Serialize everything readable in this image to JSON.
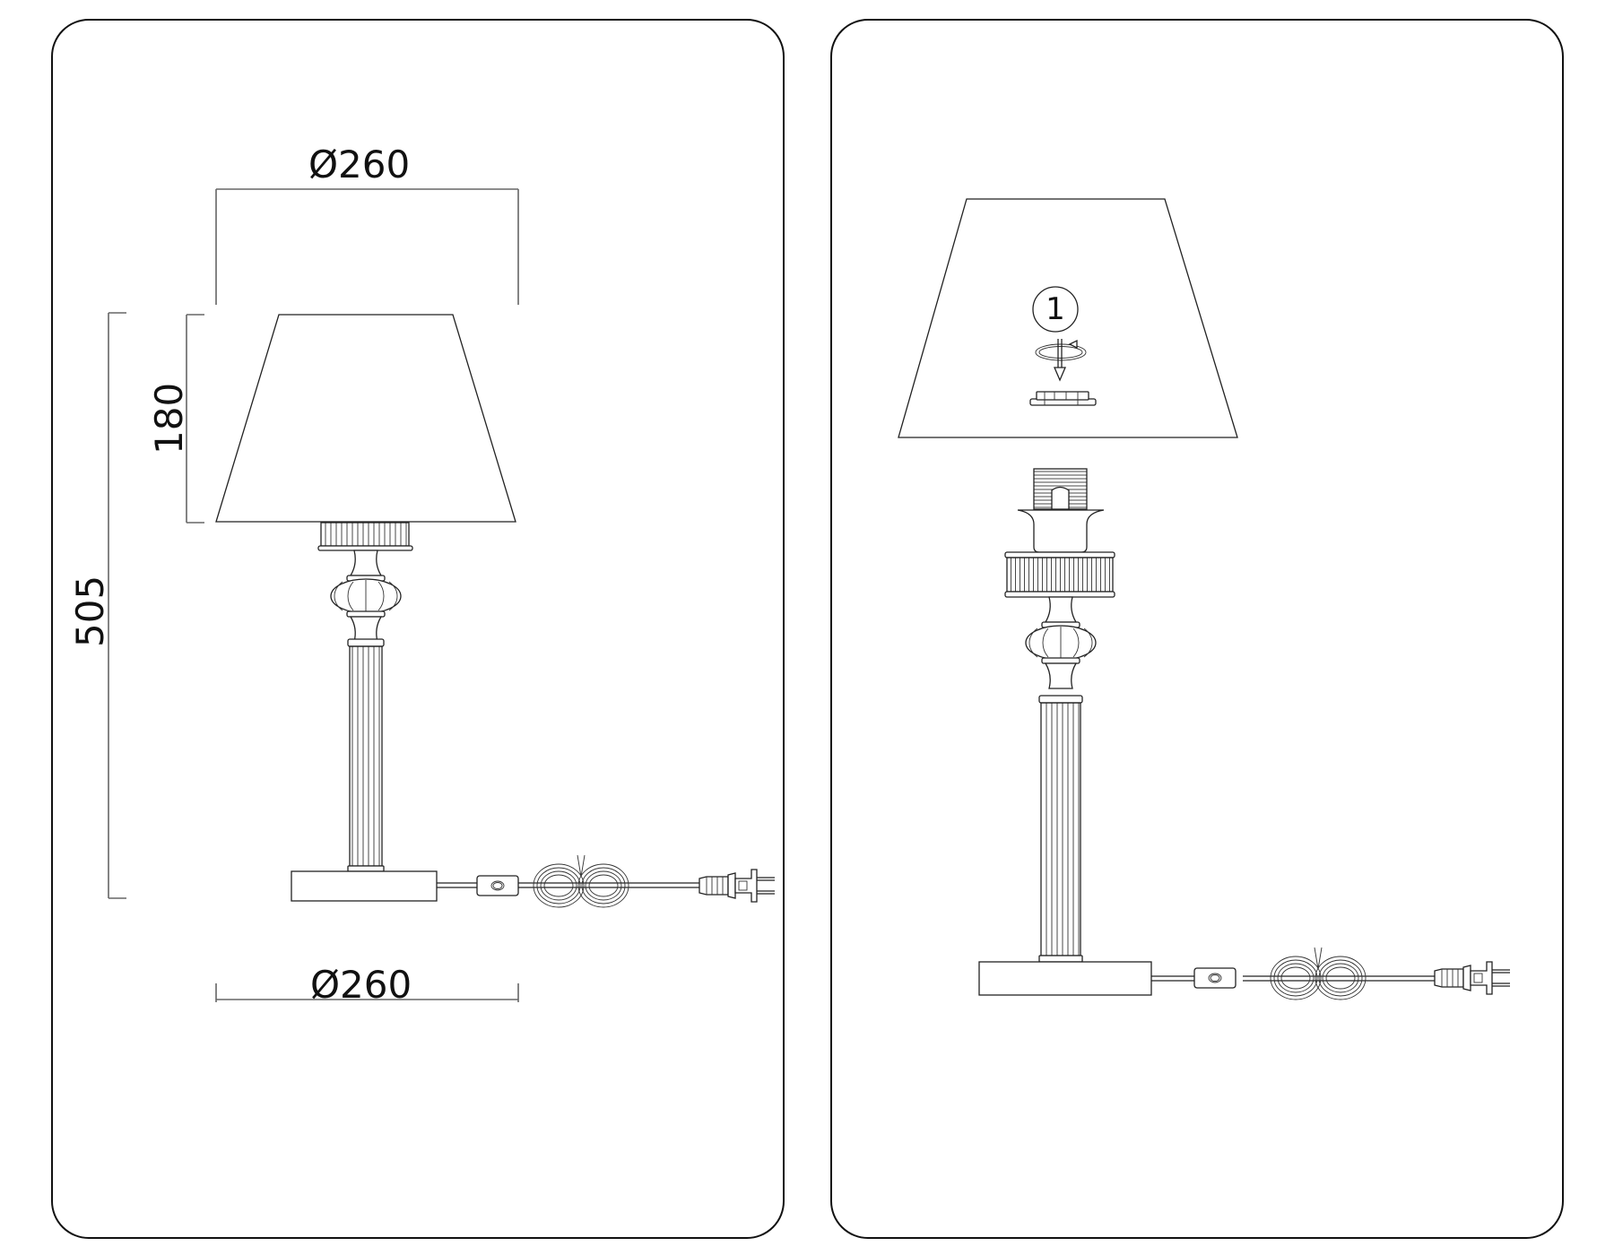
{
  "figure": {
    "type": "product dimension and assembly diagram",
    "subject": "table lamp with tapered shade, fluted column, corded inline switch and plug",
    "stroke_color": "#222222",
    "background": "#ffffff"
  },
  "panels": [
    {
      "id": "dimensions",
      "dimensions": {
        "shade_top_diameter": "Ø260",
        "base_diameter": "Ø260",
        "shade_height": "180",
        "total_height": "505"
      }
    },
    {
      "id": "assembly",
      "steps": [
        {
          "number": "1",
          "action": "rotate-ring-and-lower",
          "icon": "rotate-down-arrow-icon"
        }
      ]
    }
  ]
}
